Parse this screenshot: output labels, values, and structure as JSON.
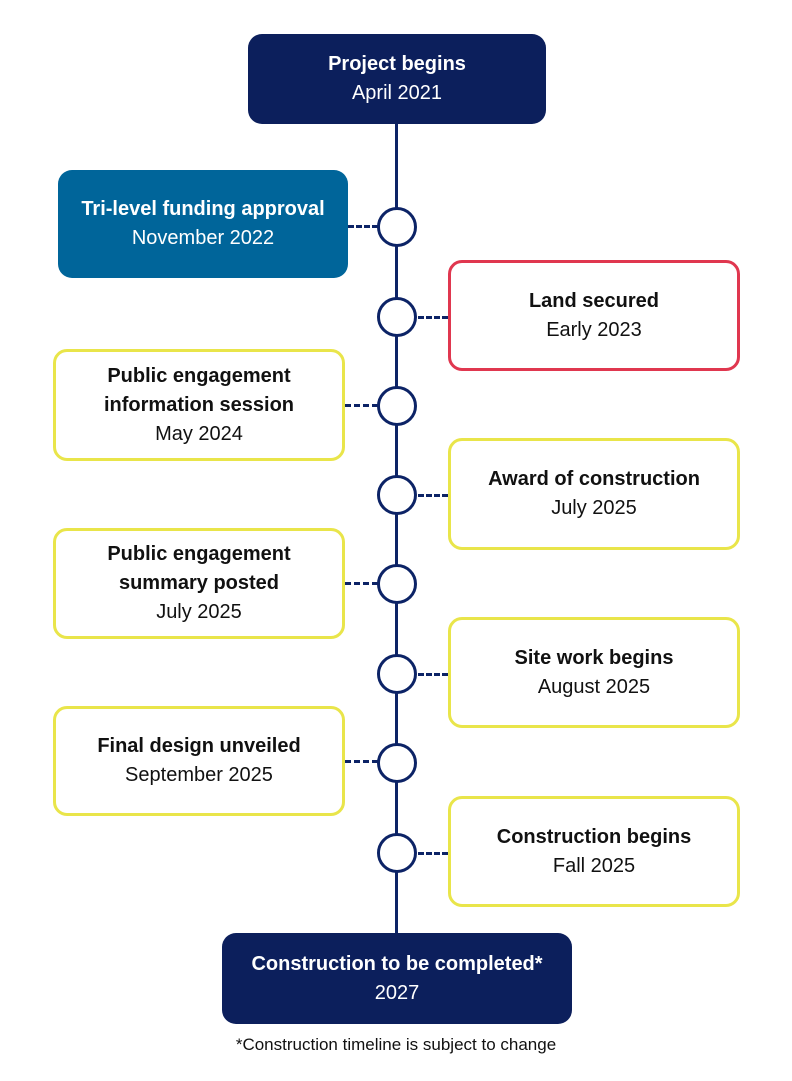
{
  "start": {
    "title": "Project begins",
    "date": "April 2021"
  },
  "milestones": [
    {
      "title": "Tri-level funding approval",
      "date": "November 2022"
    },
    {
      "title": "Land secured",
      "date": "Early 2023"
    },
    {
      "title": "Public engagement information session",
      "date": "May 2024"
    },
    {
      "title": "Award of construction",
      "date": "July 2025"
    },
    {
      "title": "Public engagement summary posted",
      "date": "July 2025"
    },
    {
      "title": "Site work begins",
      "date": "August 2025"
    },
    {
      "title": "Final design unveiled",
      "date": "September 2025"
    },
    {
      "title": "Construction begins",
      "date": "Fall 2025"
    }
  ],
  "end": {
    "title": "Construction to be completed*",
    "date": "2027"
  },
  "footnote": "*Construction timeline is subject to change",
  "colors": {
    "navy": "#0c1f5c",
    "teal": "#00659a",
    "red": "#e0374f",
    "yellow": "#e9e54a"
  }
}
